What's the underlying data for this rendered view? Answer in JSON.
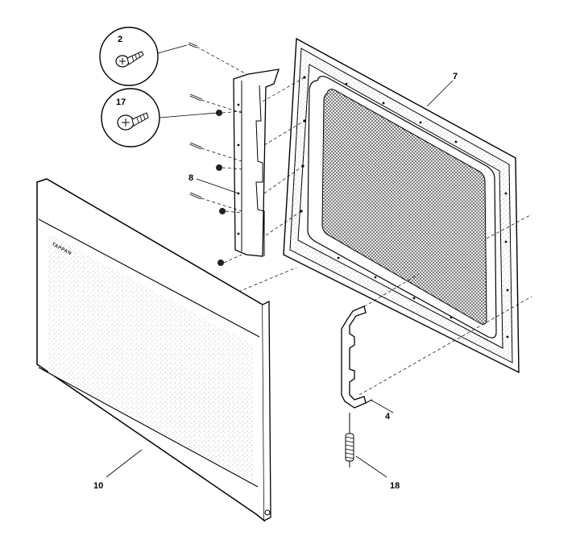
{
  "callouts": {
    "screw_2": "2",
    "screw_17": "17",
    "door_frame": "7",
    "hinge": "8",
    "door_panel": "10",
    "latch_hook": "4",
    "spring": "18"
  },
  "door_panel_brand": "TAPPAN"
}
